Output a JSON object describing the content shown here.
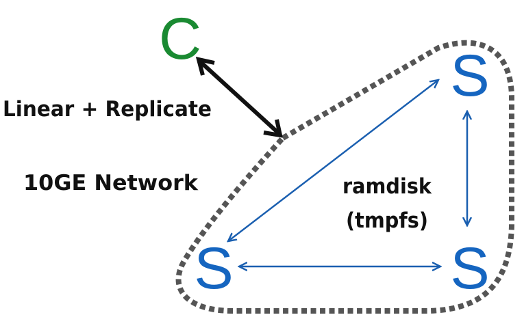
{
  "colors": {
    "client": "#1a8a32",
    "server": "#1565c0",
    "client_link": "#111111",
    "server_link": "#1a5fb0",
    "boundary": "#555555",
    "text": "#111111"
  },
  "nodes": {
    "client": {
      "label": "C",
      "role": "client"
    },
    "server_top_right": {
      "label": "S",
      "role": "server"
    },
    "server_bottom_left": {
      "label": "S",
      "role": "server"
    },
    "server_bottom_right": {
      "label": "S",
      "role": "server"
    }
  },
  "labels": {
    "replication_mode": "Linear + Replicate",
    "network": "10GE Network",
    "storage_line1": "ramdisk",
    "storage_line2": "(tmpfs)"
  },
  "edges": [
    {
      "from": "client",
      "to": "server-cluster",
      "style": "bidirectional",
      "color_key": "client_link"
    },
    {
      "from": "server_top_right",
      "to": "server_bottom_left",
      "style": "bidirectional",
      "color_key": "server_link"
    },
    {
      "from": "server_top_right",
      "to": "server_bottom_right",
      "style": "bidirectional",
      "color_key": "server_link"
    },
    {
      "from": "server_bottom_left",
      "to": "server_bottom_right",
      "style": "bidirectional",
      "color_key": "server_link"
    }
  ],
  "boundary": {
    "style": "dashed",
    "encloses": [
      "server_top_right",
      "server_bottom_left",
      "server_bottom_right"
    ]
  }
}
